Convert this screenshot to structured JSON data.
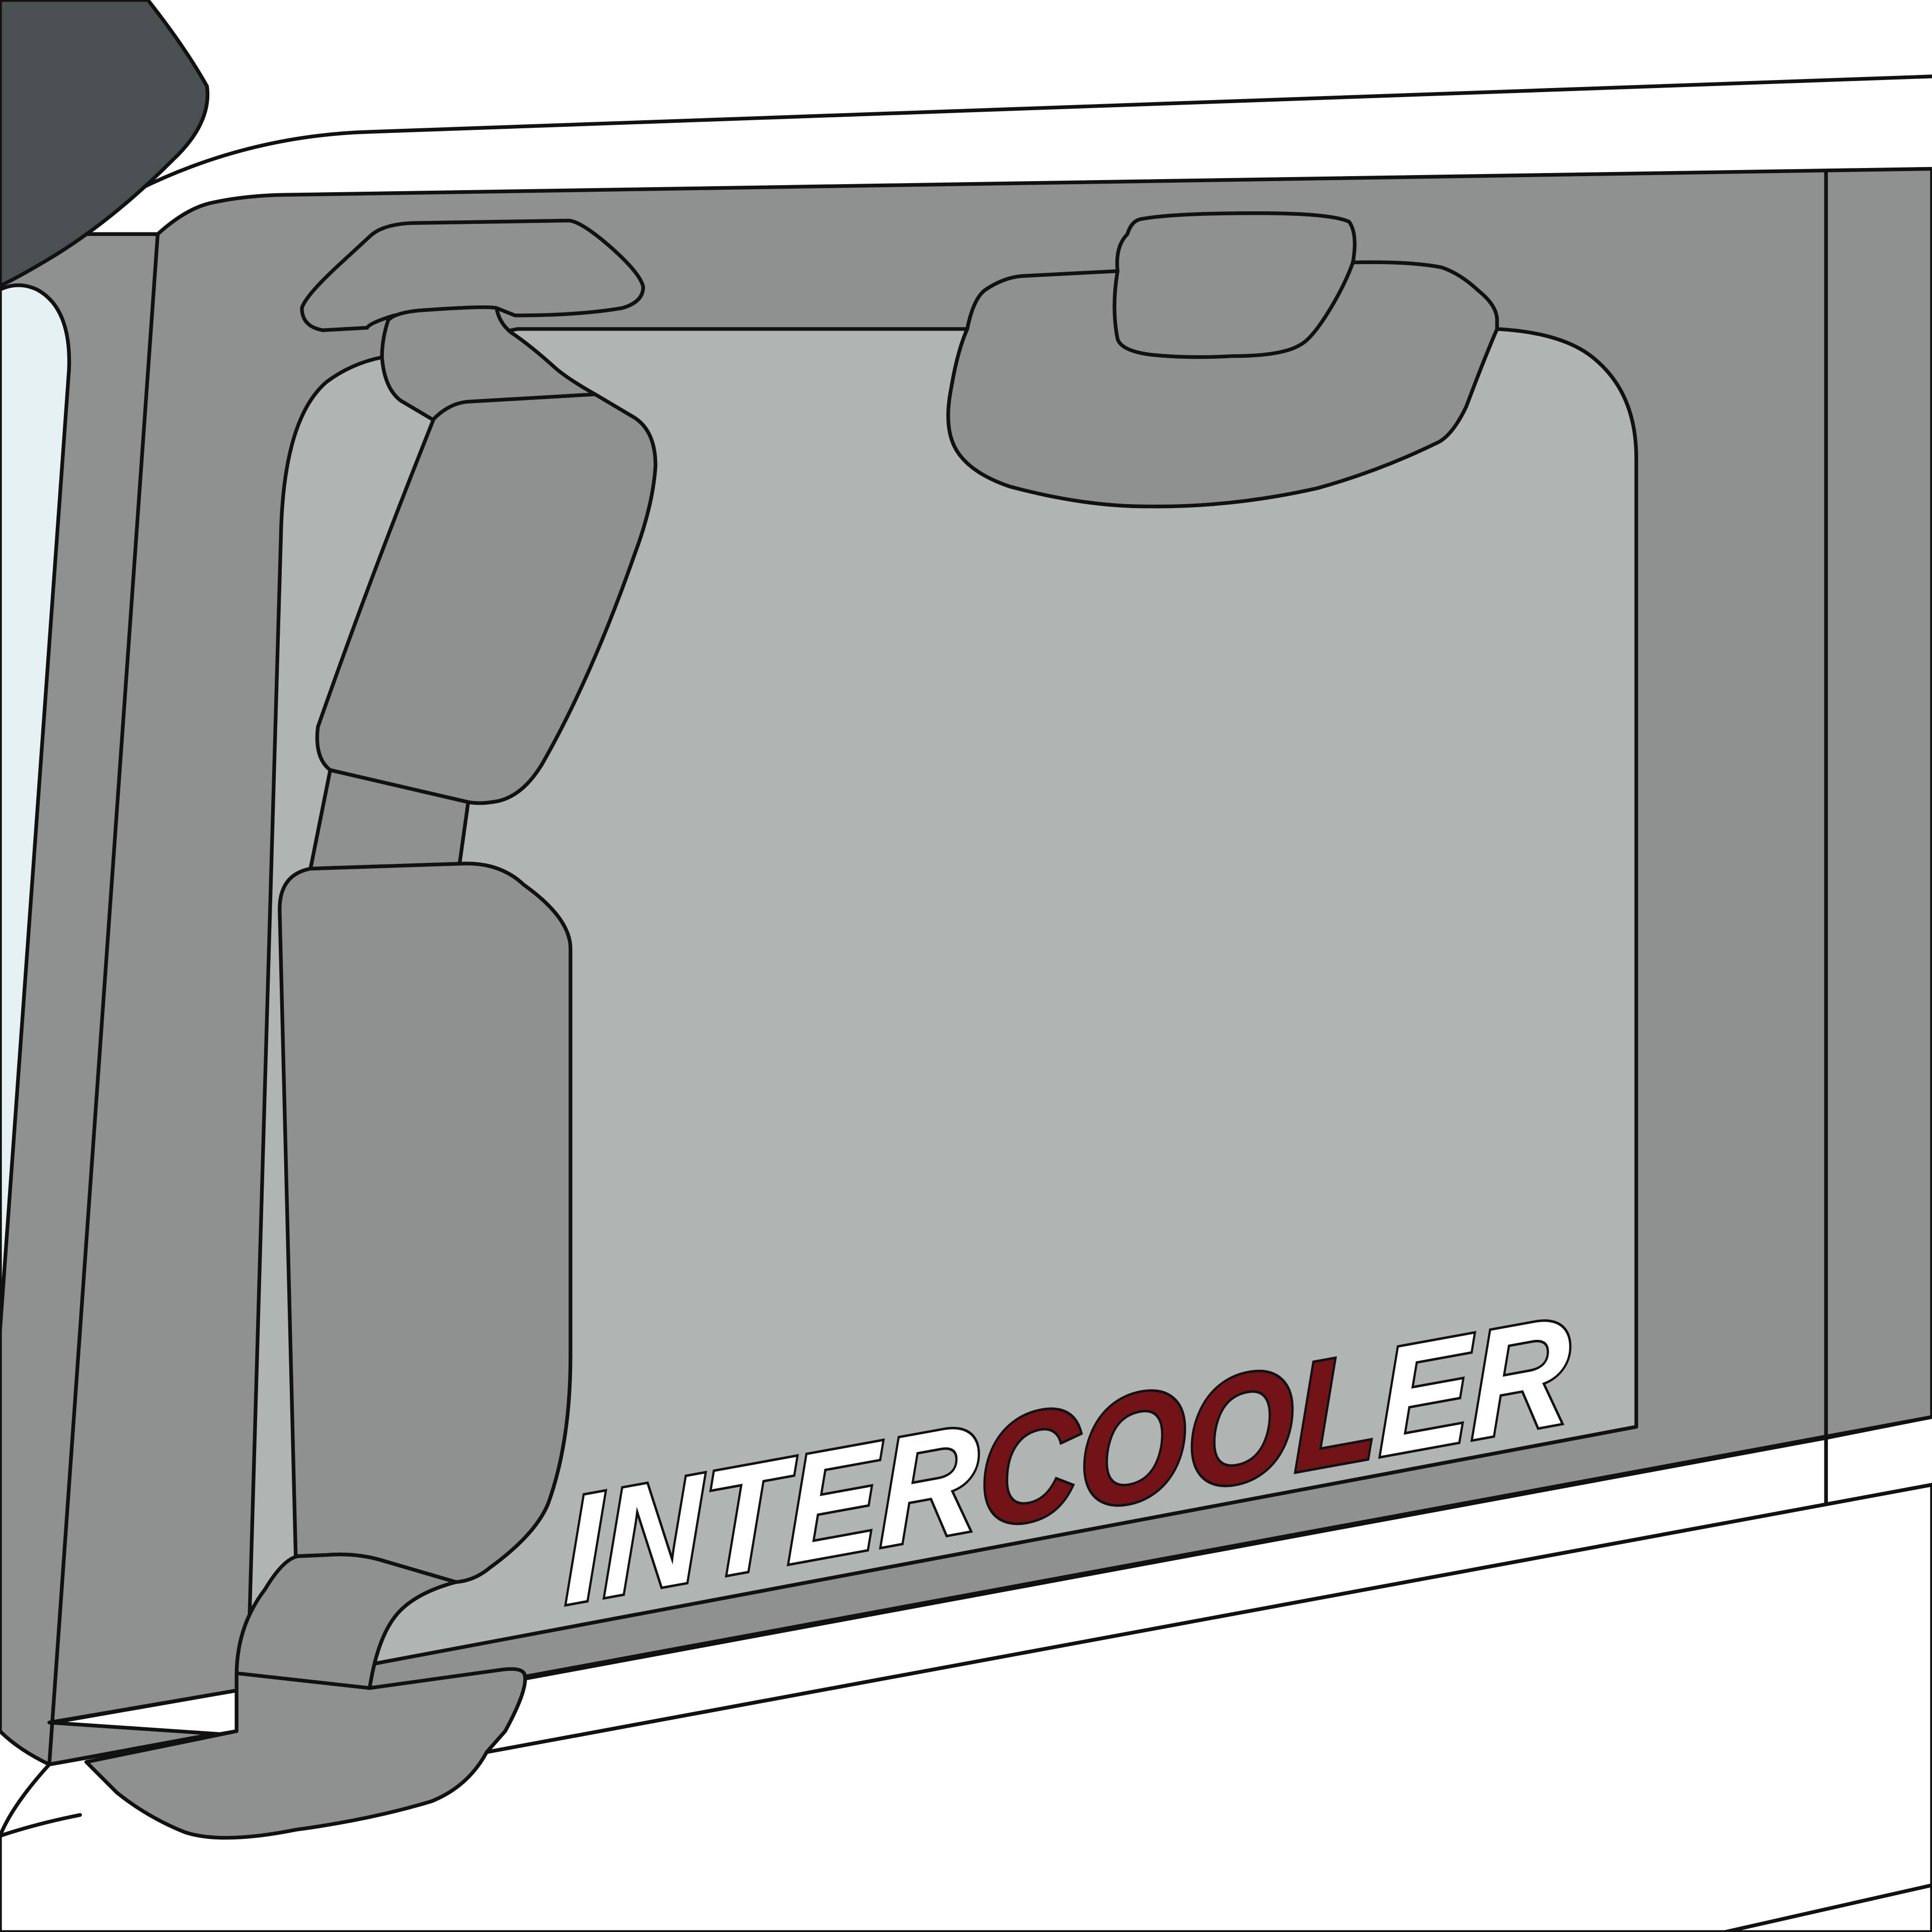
{
  "decal": {
    "part1": "INTER",
    "part2": "COOL",
    "part3": "ER"
  },
  "colors": {
    "mirror_housing": "#4a5052",
    "cab_panel": "#8f9190",
    "window_panel": "#b0b5b3",
    "windshield": "#e6f1f3",
    "accent_red": "#721417",
    "body_white": "#ffffff"
  }
}
